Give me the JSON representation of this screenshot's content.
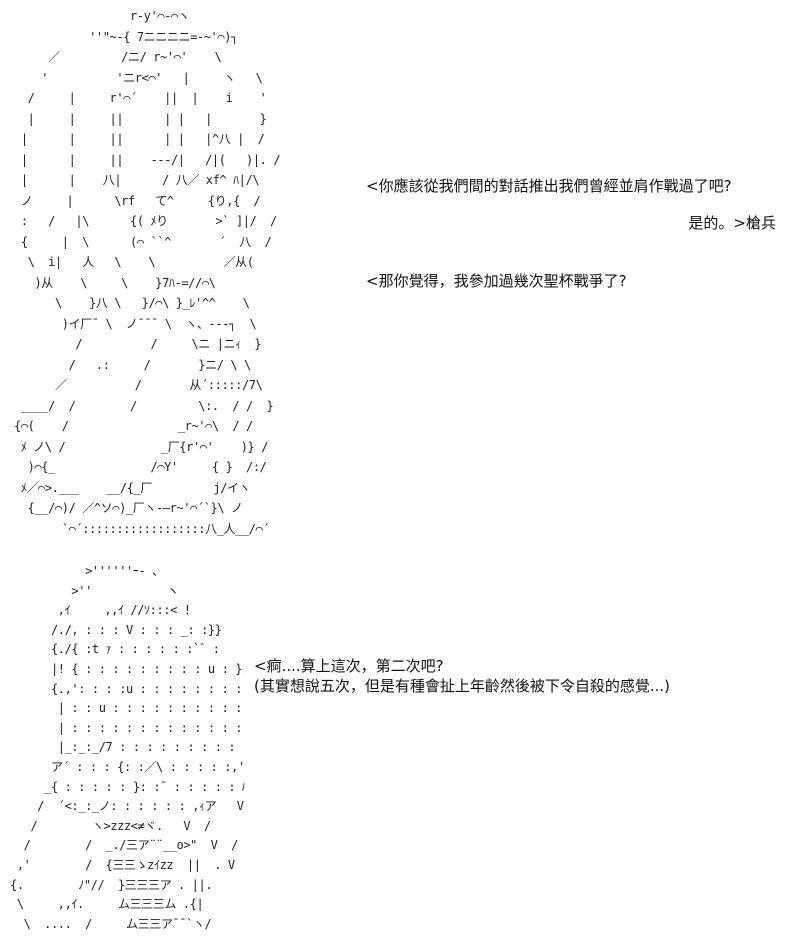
{
  "dialogue": {
    "top": [
      "<你應該從我們間的對話推出我們曾經並肩作戰過了吧?",
      "是的。>槍兵",
      "<那你覺得，我參加過幾次聖杯戰爭了?"
    ],
    "bottom": [
      "<痾....算上這次，第二次吧?",
      "(其實想說五次，但是有種會扯上年齡然後被下令自殺的感覺...)"
    ]
  },
  "art": {
    "top": "                 r-y'⌒-⌒ヽ\n           ''\"~-{ 7ニニニニ=-~'⌒)┐\n     ／         /ニ/ r~'⌒'    \\\n    '          'ニr<⌒'   |     ヽ   \\\n  /     |     r'⌒´    ||  |    i    '\n  |     |     ||      | |   |       }\n |      |     ||      | |   |^八 |  /\n |      |     ||    ---/|   /|(   )|. /\n |      |    八|      / 八／ xf^ ﾊ|/\\\n ノ     |      \\rf   て^     {り,{  /\n :   /   |\\      {( ﾒり       >` ]|/  /\n {     |  \\      (⌒ ``^       ´  八  /\n  \\  i|   人   \\    \\          ／从(\n   )从    \\     \\    }7ﾊ-=//⌒\\\n      \\    }八 \\   }/⌒\\ }_ﾚ'^^    \\\n       )イ厂¯ \\  ノ¯¯¯ \\  ヽ、---┐  \\\n         /          /     \\ニ |ニｨ  }\n        /   .:     /       }ニ/ \\ \\\n      ／          /       从´:::::/7\\\n ____/  /        /         \\:.  / /  }\n{⌒(    /                _r~'⌒\\  / /\n ﾒ ノ\\ /              _厂{r'⌒'    )} /\n  )⌒{_              /⌒Y'     { }  /:/\n ﾒ／⌒>.___    __/{_厂         j/イヽ\n  {__/⌒)/ ／^ソ⌒)_厂ヽ-―r~'⌒´`}\\ ノ\n       `⌒´::::::::::::::::::八_人__/⌒´\n        /::::::::::::::::::::::::::\\\n       /::::::::::::::::::::::::::::\\     /",
    "bottom": "           >''''''ｰ- 、\n         >''           ヽ\n       ,ｲ     ,,ｲ //ｿ:::< !\n      /./, : : : V : : : _: :}}\n      {./{ :t ｧ : : : : : :`ﾞ :\n      |! { : : : : : : : : : u : }.|\n      {.,': : : :u : : : : : : : : :}!\n       | : : u : : : : : : : : : : |\n       | : : : : : : : : : : : : : |\n       |_:_:_/7 : : : : : : : : : |\n      ア´ : : : {: :／\\ : : : : :,'\n     _{ : : : : : }: :¯ : : : : : ﾊ\n    /  ´<:_:_ノ: : : : : : ,ｨア   V  /\n   /        ヽ>zzz<≠ヾ.   V  /\n  /        /  _./三ア¨¨__o>\"  V  /\n ,'        /  {三三ゝzｲzz  ||  . V\n{.        ﾉ\"//  }三三三ア . ||.      '\n \\     ,,ｲ.     ム三三三ム .{|\n  \\  ....  /     ム三三ア¯¯`ヽ/     ,"
  }
}
